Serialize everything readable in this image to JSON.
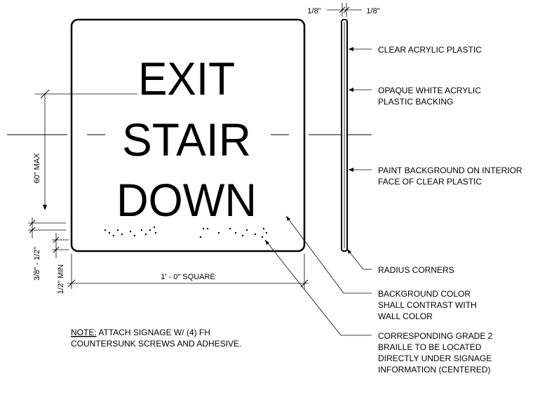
{
  "sign": {
    "line1": "EXIT",
    "line2": "STAIR",
    "line3": "DOWN"
  },
  "dimensions": {
    "edge_thickness_left": "1/8\"",
    "edge_thickness_right": "1/8\"",
    "height_max": "60\" MAX",
    "braille_gap": "3/8\" - 1/2\"",
    "bottom_min": "1/2\" MIN",
    "width": "1' - 0\" SQUARE"
  },
  "callouts": {
    "clear_acrylic": "CLEAR ACRYLIC PLASTIC",
    "opaque_backing_1": "OPAQUE WHITE ACRYLIC",
    "opaque_backing_2": "PLASTIC BACKING",
    "paint_background_1": "PAINT BACKGROUND ON INTERIOR",
    "paint_background_2": "FACE OF CLEAR PLASTIC",
    "radius_corners": "RADIUS CORNERS",
    "contrast_1": "BACKGROUND COLOR",
    "contrast_2": "SHALL CONTRAST WITH",
    "contrast_3": "WALL COLOR",
    "braille_1": "CORRESPONDING GRADE 2",
    "braille_2": "BRAILLE TO BE LOCATED",
    "braille_3": "DIRECTLY UNDER SIGNAGE",
    "braille_4": "INFORMATION (CENTERED)"
  },
  "note": {
    "label": "NOTE:",
    "line1_rest": " ATTACH SIGNAGE W/ (4) FH",
    "line2": "COUNTERSUNK SCREWS AND ADHESIVE."
  }
}
